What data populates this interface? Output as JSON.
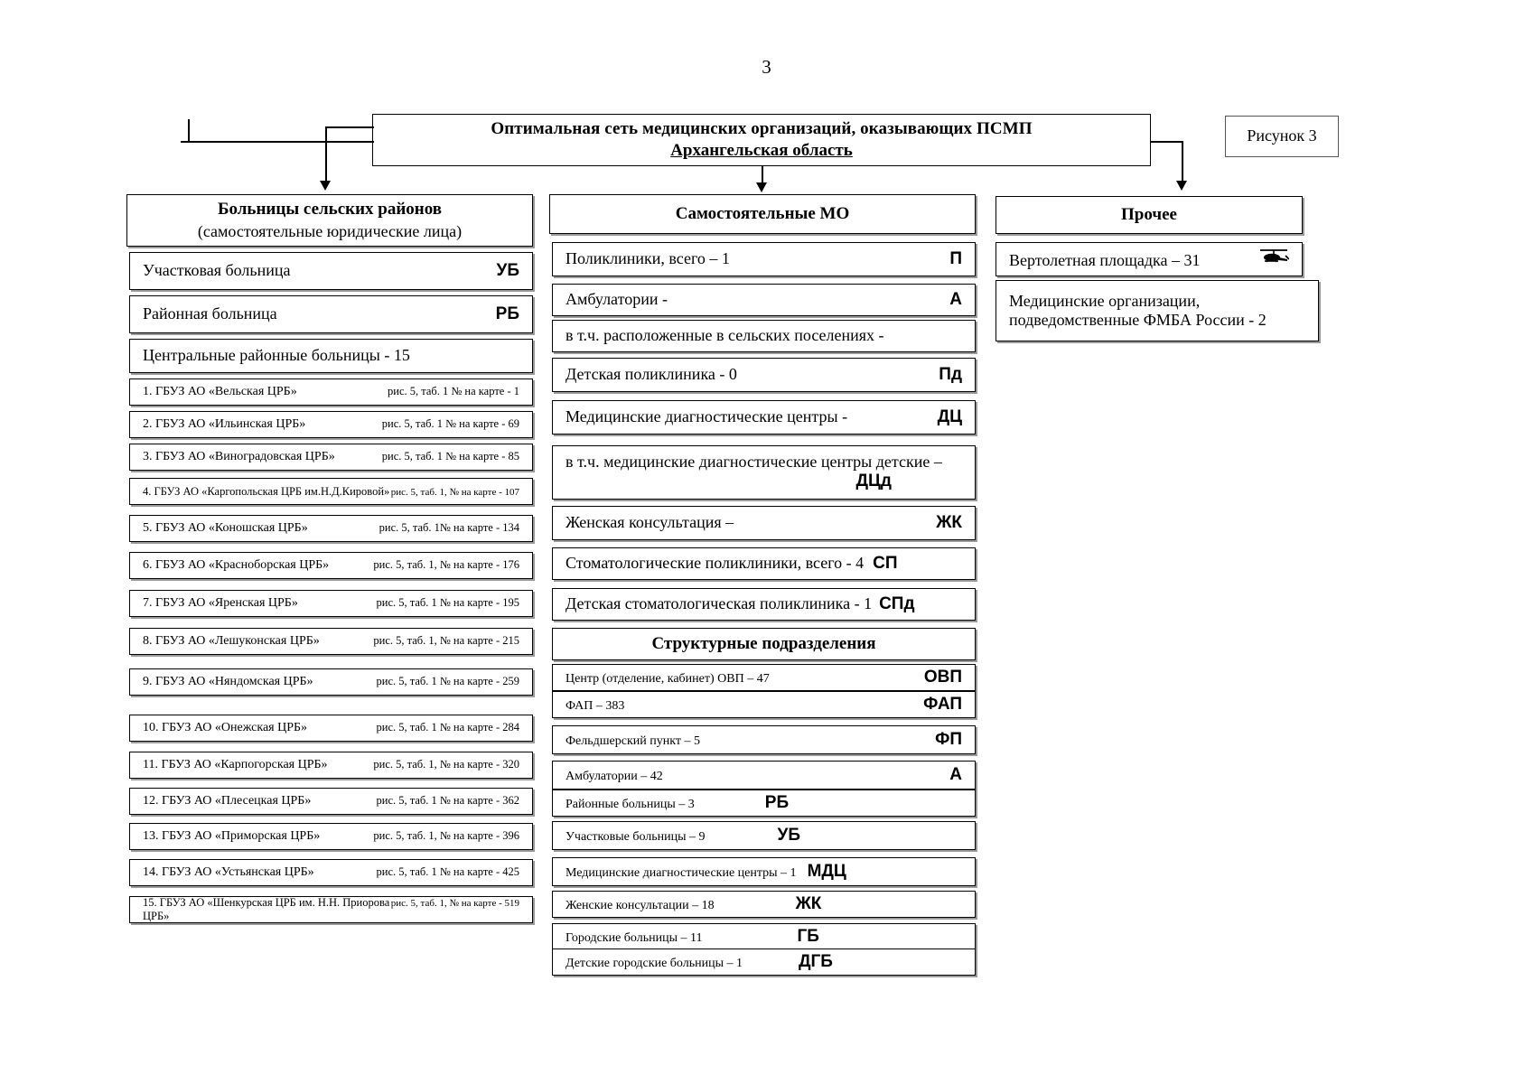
{
  "page": {
    "number": "3"
  },
  "figure_label": {
    "text": "Рисунок 3"
  },
  "title": {
    "line1": "Оптимальная сеть медицинских организаций, оказывающих ПСМП",
    "line2": "Архангельская область"
  },
  "columns": {
    "left": {
      "header": {
        "title": "Больницы сельских районов",
        "subtitle": "(самостоятельные юридические лица)"
      },
      "rows": [
        {
          "label": "Участковая больница",
          "code": "УБ"
        },
        {
          "label": "Районная больница",
          "code": "РБ"
        },
        {
          "label": "Центральные районные больницы - 15",
          "code": ""
        }
      ],
      "hospitals": [
        {
          "name": "1. ГБУЗ АО «Вельская ЦРБ»",
          "ref": "рис. 5, таб. 1 № на карте - 1"
        },
        {
          "name": "2. ГБУЗ АО «Ильинская ЦРБ»",
          "ref": "рис. 5, таб. 1 № на карте - 69"
        },
        {
          "name": "3. ГБУЗ АО «Виноградовская ЦРБ»",
          "ref": "рис. 5, таб. 1 № на карте - 85"
        },
        {
          "name": "4. ГБУЗ АО «Каргопольская ЦРБ им.Н.Д.Кировой»",
          "ref": "рис. 5, таб. 1, № на карте - 107"
        },
        {
          "name": "5. ГБУЗ АО «Коношская ЦРБ»",
          "ref": "рис. 5, таб. 1№ на карте - 134"
        },
        {
          "name": "6. ГБУЗ АО «Красноборская ЦРБ»",
          "ref": "рис. 5, таб. 1, № на карте - 176"
        },
        {
          "name": "7. ГБУЗ АО «Яренская ЦРБ»",
          "ref": "рис. 5, таб. 1 № на карте - 195"
        },
        {
          "name": "8. ГБУЗ АО «Лешуконская ЦРБ»",
          "ref": "рис. 5, таб. 1, № на карте - 215"
        },
        {
          "name": "9. ГБУЗ АО «Няндомская ЦРБ»",
          "ref": "рис. 5, таб. 1 № на карте - 259"
        },
        {
          "name": "10. ГБУЗ АО «Онежская ЦРБ»",
          "ref": "рис. 5, таб. 1 № на карте - 284"
        },
        {
          "name": "11. ГБУЗ АО «Карпогорская ЦРБ»",
          "ref": "рис. 5, таб. 1, № на карте - 320"
        },
        {
          "name": "12. ГБУЗ АО «Плесецкая ЦРБ»",
          "ref": "рис. 5, таб. 1 № на карте - 362"
        },
        {
          "name": "13. ГБУЗ АО «Приморская ЦРБ»",
          "ref": "рис. 5, таб. 1, № на карте - 396"
        },
        {
          "name": "14. ГБУЗ АО «Устьянская ЦРБ»",
          "ref": "рис. 5, таб. 1 № на карте - 425"
        },
        {
          "name": "15. ГБУЗ АО «Шенкурская ЦРБ им. Н.Н. Приорова ЦРБ»",
          "ref": "рис. 5, таб. 1, № на карте - 519"
        }
      ]
    },
    "middle": {
      "header": {
        "title": "Самостоятельные МО"
      },
      "rows": [
        {
          "label": "Поликлиники, всего – 1",
          "code": "П"
        },
        {
          "label": "Амбулатории -",
          "code": "А"
        },
        {
          "label": "в т.ч. расположенные в сельских поселениях -",
          "code": ""
        },
        {
          "label": "Детская поликлиника - 0",
          "code": "Пд"
        },
        {
          "label": "Медицинские диагностические центры -",
          "code": "ДЦ"
        },
        {
          "label": "в т.ч. медицинские диагностические центры детские –",
          "code": "ДЦд",
          "two_line": true
        },
        {
          "label": "Женская консультация –",
          "code": "ЖК"
        },
        {
          "label": "Стоматологические поликлиники, всего - 4",
          "code": "СП"
        },
        {
          "label": "Детская стоматологическая поликлиника - 1",
          "code": "СПд"
        }
      ],
      "subheader": {
        "title": "Структурные подразделения"
      },
      "sub_rows": [
        {
          "label": "Центр (отделение, кабинет) ОВП – 47",
          "code": "ОВП"
        },
        {
          "label": "ФАП – 383",
          "code": "ФАП"
        },
        {
          "label": "Фельдшерский пункт – 5",
          "code": "ФП"
        },
        {
          "label": "Амбулатории – 42",
          "code": "А"
        },
        {
          "label": "Районные больницы – 3",
          "code": "РБ"
        },
        {
          "label": "Участковые больницы – 9",
          "code": "УБ"
        },
        {
          "label": "Медицинские диагностические центры – 1",
          "code": "МДЦ"
        },
        {
          "label": "Женские консультации  – 18",
          "code": "ЖК"
        },
        {
          "label": "Городские больницы  – 11",
          "code": "ГБ"
        },
        {
          "label": "Детские городские больницы  – 1",
          "code": "ДГБ"
        }
      ]
    },
    "right": {
      "header": {
        "title": "Прочее"
      },
      "rows": [
        {
          "label": "Вертолетная площадка – 31",
          "code": "helicopter-icon"
        }
      ],
      "note": {
        "line1": "Медицинские организации,",
        "line2": "подведомственные ФМБА России - 2"
      }
    }
  }
}
